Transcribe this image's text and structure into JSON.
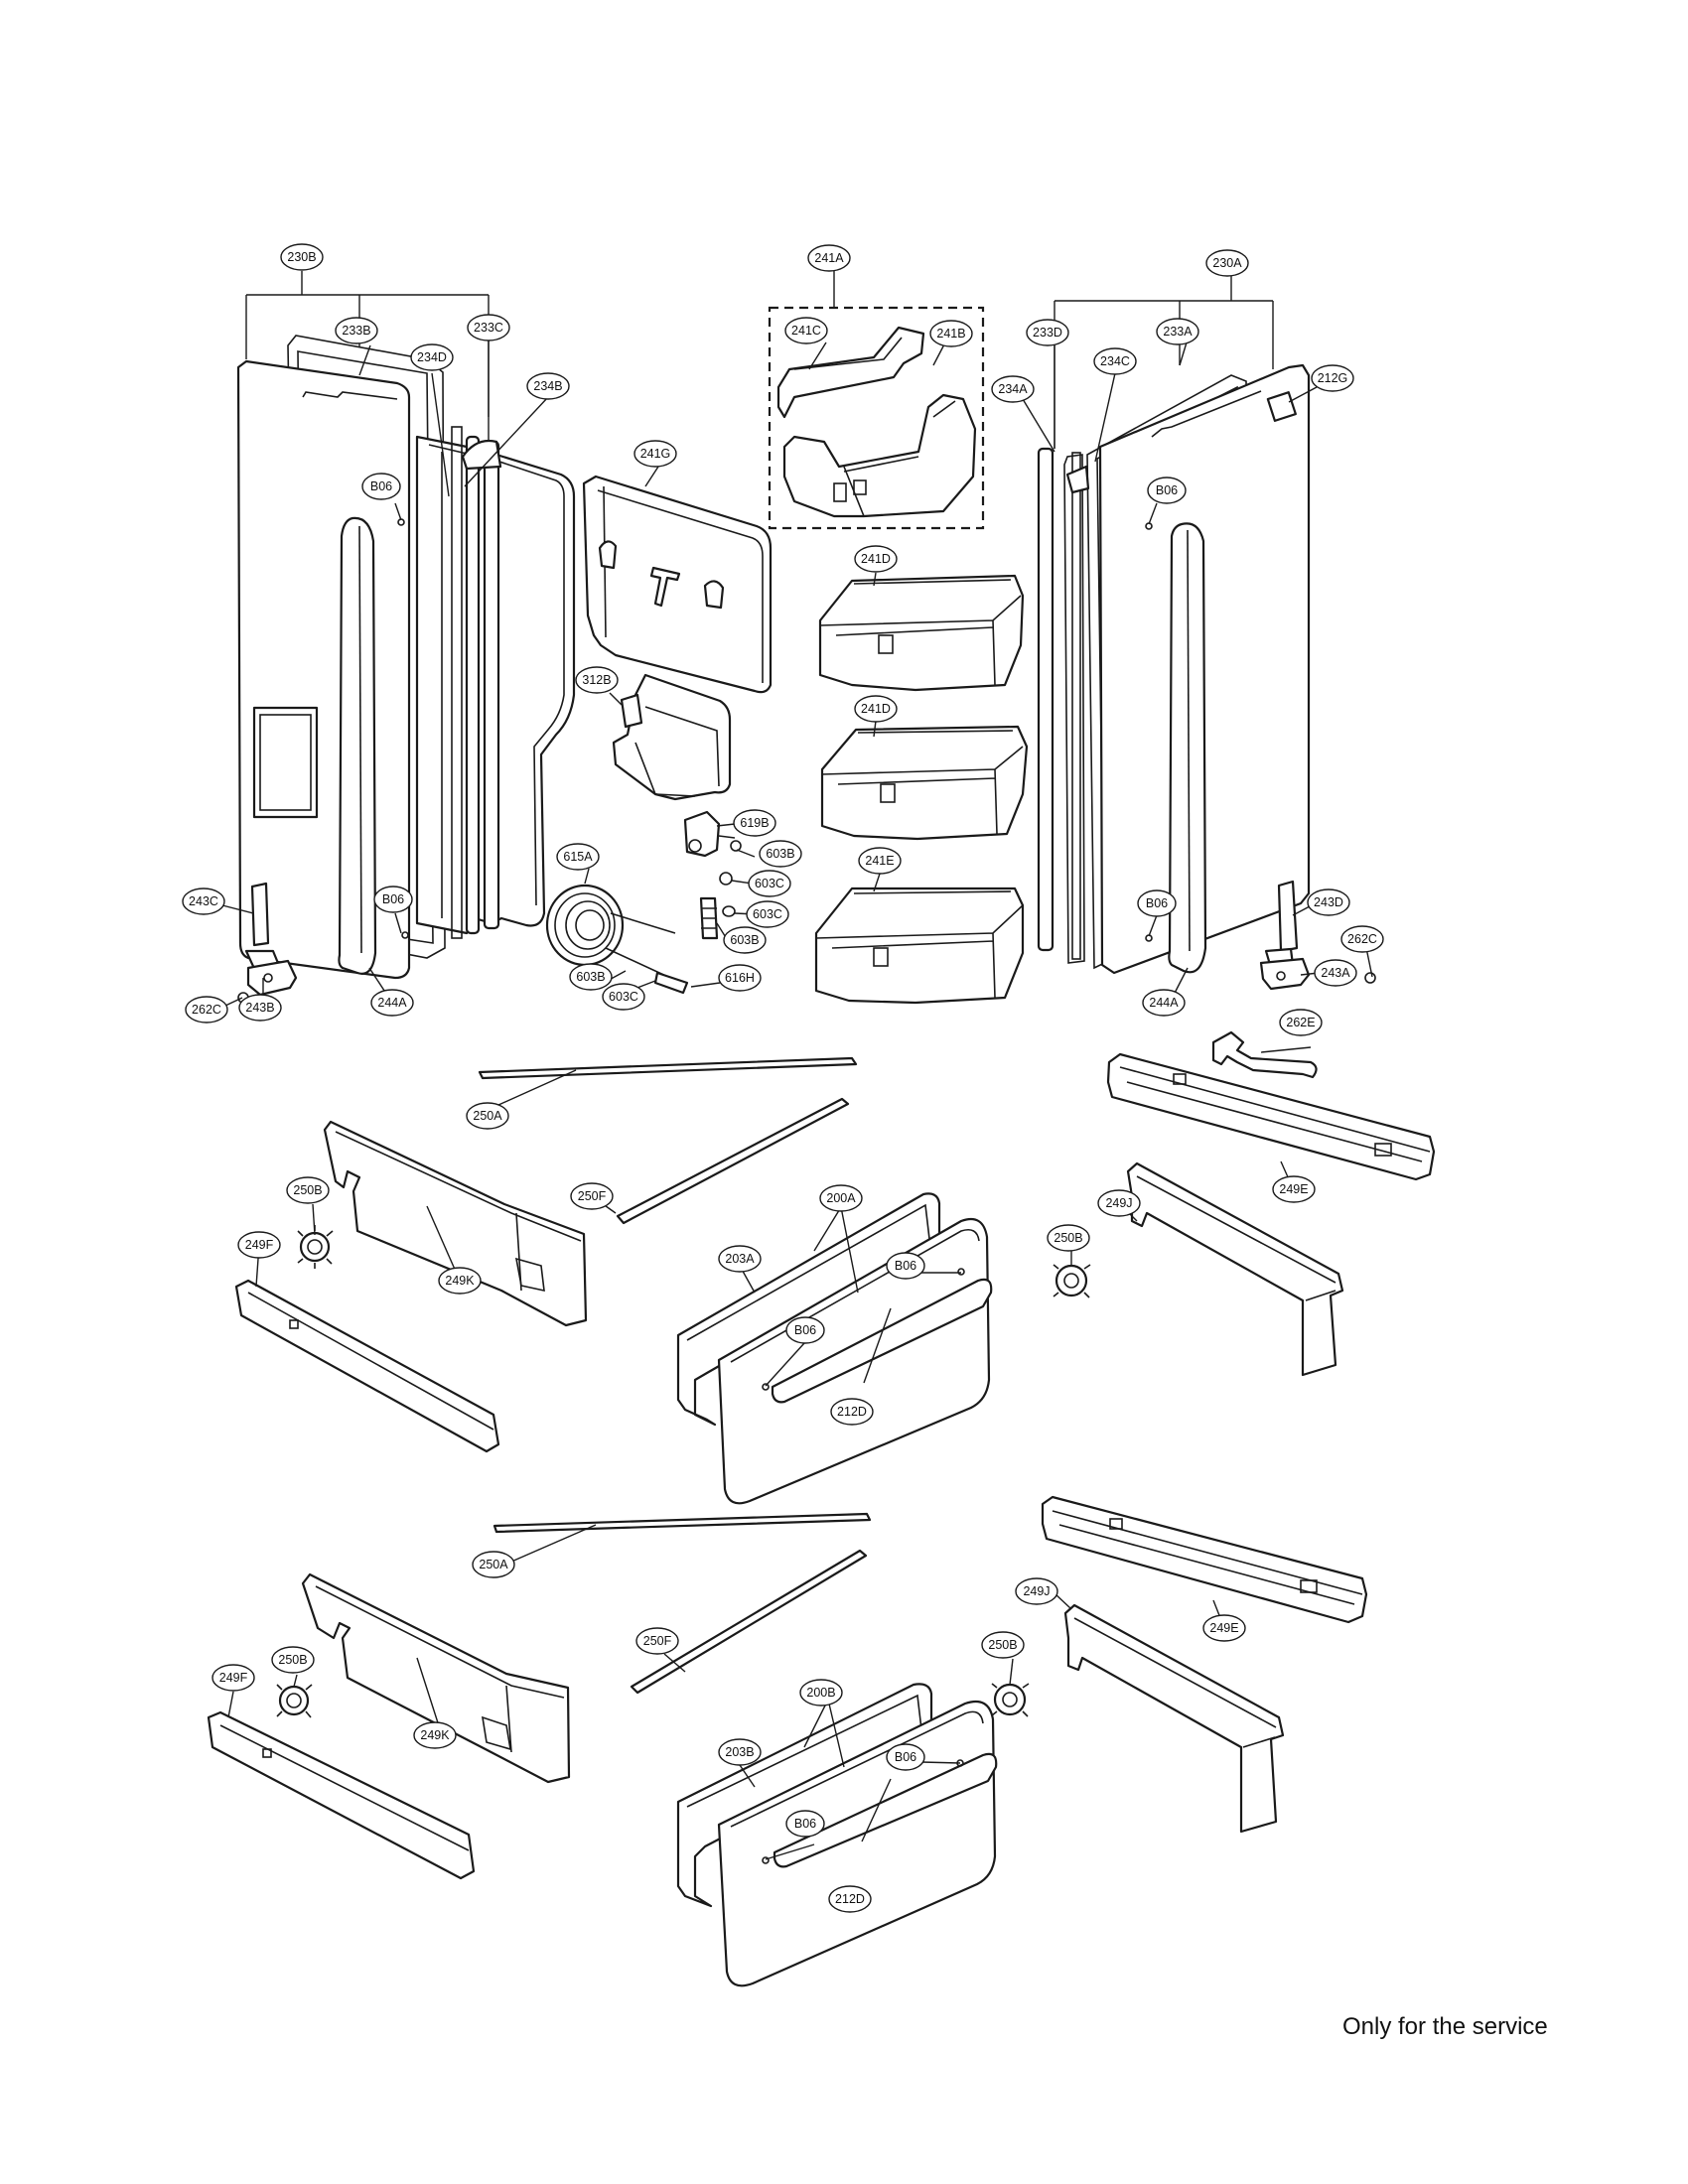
{
  "footer": {
    "note": "Only for the service"
  },
  "callouts": {
    "c230B": "230B",
    "c233B": "233B",
    "c233C": "233C",
    "c234D": "234D",
    "c234B": "234B",
    "c241A": "241A",
    "c241C": "241C",
    "c241B": "241B",
    "c241G": "241G",
    "c230A": "230A",
    "c233D": "233D",
    "c233A": "233A",
    "c234C": "234C",
    "c234A": "234A",
    "c212G": "212G",
    "cB06_1": "B06",
    "cB06_2": "B06",
    "cB06_3": "B06",
    "cB06_4": "B06",
    "c241D_1": "241D",
    "c241D_2": "241D",
    "c241E": "241E",
    "c312B": "312B",
    "c619B": "619B",
    "c603B_1": "603B",
    "c603C_1": "603C",
    "c603C_2": "603C",
    "c603B_2": "603B",
    "c615A": "615A",
    "c603B_3": "603B",
    "c603C_3": "603C",
    "c616H": "616H",
    "c243C": "243C",
    "c262C_1": "262C",
    "c243B": "243B",
    "c244A_1": "244A",
    "c243D": "243D",
    "c262C_2": "262C",
    "c243A": "243A",
    "c244A_2": "244A",
    "c262E": "262E",
    "c250A_1": "250A",
    "c249E_1": "249E",
    "c250F_1": "250F",
    "c250B_1": "250B",
    "c249F_1": "249F",
    "c249K_1": "249K",
    "c200A": "200A",
    "c203A": "203A",
    "cB06_5": "B06",
    "cB06_6": "B06",
    "c212D_1": "212D",
    "c249J_1": "249J",
    "c250B_2": "250B",
    "c250A_2": "250A",
    "c249J_2": "249J",
    "c249E_2": "249E",
    "c250F_2": "250F",
    "c250B_3": "250B",
    "c250B_4": "250B",
    "c249F_2": "249F",
    "c249K_2": "249K",
    "c200B": "200B",
    "c203B": "203B",
    "cB06_7": "B06",
    "cB06_8": "B06",
    "c212D_2": "212D"
  }
}
